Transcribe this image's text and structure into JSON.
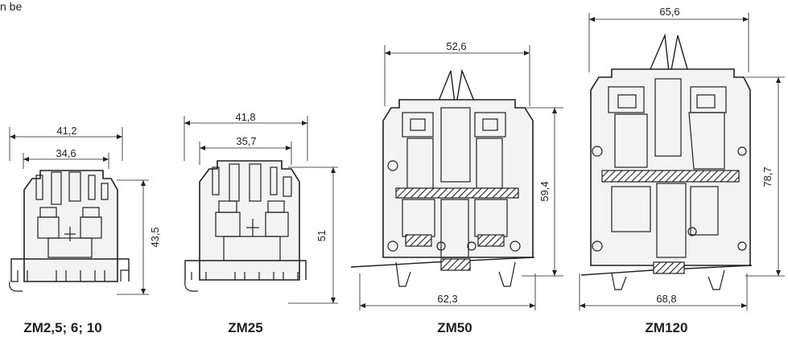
{
  "intro_text": "n be",
  "terminals": [
    {
      "model": "ZM2,5; 6; 10",
      "dimensions": {
        "overall_width": "41,2",
        "inner_width": "34,6",
        "height": "43,5"
      }
    },
    {
      "model": "ZM25",
      "dimensions": {
        "overall_width": "41,8",
        "inner_width": "35,7",
        "height": "51"
      }
    },
    {
      "model": "ZM50",
      "dimensions": {
        "top_width": "52,6",
        "height": "59,4",
        "base_width": "62,3"
      }
    },
    {
      "model": "ZM120",
      "dimensions": {
        "top_width": "65,6",
        "height": "78,7",
        "base_width": "68,8"
      }
    }
  ],
  "colors": {
    "line": "#231f20",
    "background": "#ffffff"
  }
}
